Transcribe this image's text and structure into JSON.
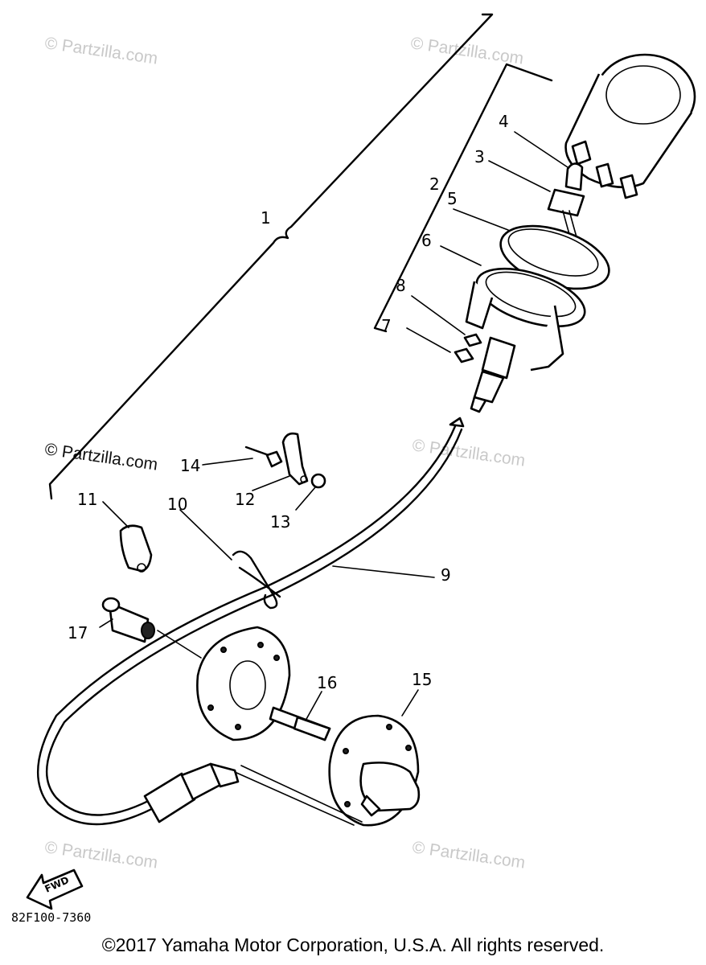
{
  "watermarks": [
    "© Partzilla.com",
    "© Partzilla.com",
    "© Partzilla.com",
    "© Partzilla.com",
    "© Partzilla.com",
    "© Partzilla.com"
  ],
  "callouts": [
    "1",
    "2",
    "3",
    "4",
    "5",
    "6",
    "7",
    "8",
    "9",
    "10",
    "11",
    "12",
    "13",
    "14",
    "15",
    "16",
    "17"
  ],
  "direction_label": "FWD",
  "diagram_code": "82F100-7360",
  "copyright": "©2017 Yamaha Motor Corporation, U.S.A. All rights reserved."
}
